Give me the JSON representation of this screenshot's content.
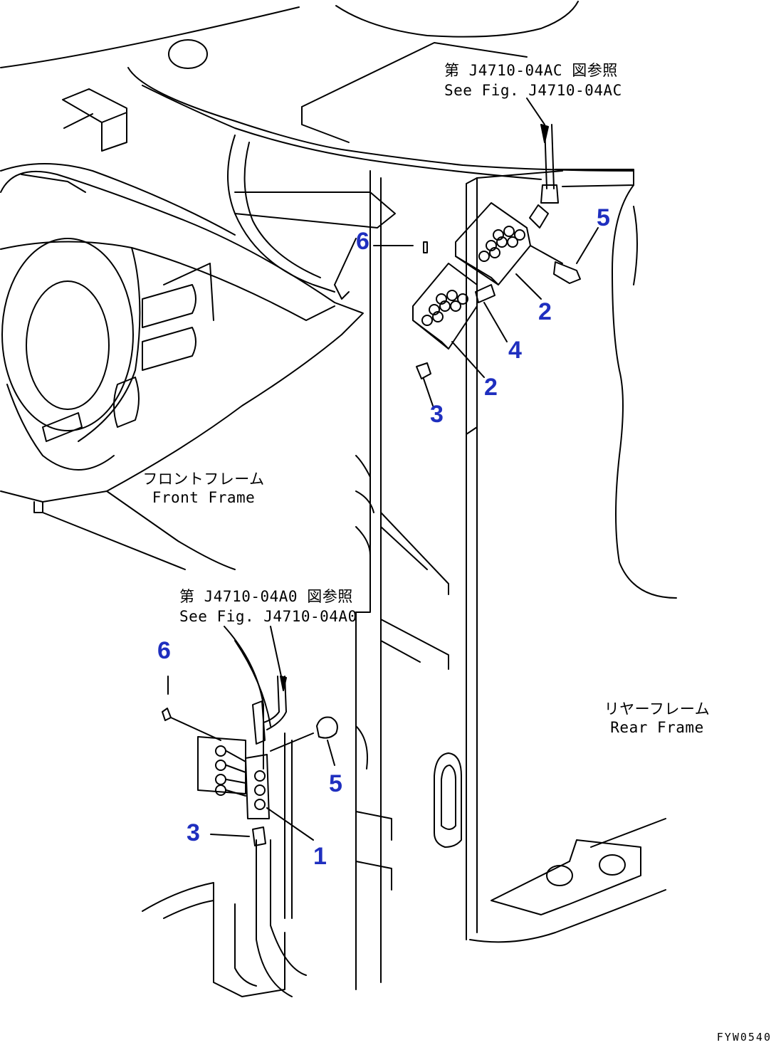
{
  "references": {
    "upper": {
      "jp": "第 J4710-04AC 図参照",
      "en": "See Fig. J4710-04AC"
    },
    "lower": {
      "jp": "第 J4710-04A0 図参照",
      "en": "See Fig. J4710-04A0"
    }
  },
  "labels": {
    "front_frame": {
      "jp": "フロントフレーム",
      "en": "Front Frame"
    },
    "rear_frame": {
      "jp": "リヤーフレーム",
      "en": "Rear Frame"
    }
  },
  "callouts": {
    "upper": [
      "6",
      "5",
      "2",
      "4",
      "2",
      "3"
    ],
    "lower": [
      "6",
      "5",
      "3",
      "1"
    ]
  },
  "drawing_code": "FYW0540",
  "colors": {
    "line": "#000000",
    "callout": "#1f2fbf",
    "background": "#ffffff"
  }
}
